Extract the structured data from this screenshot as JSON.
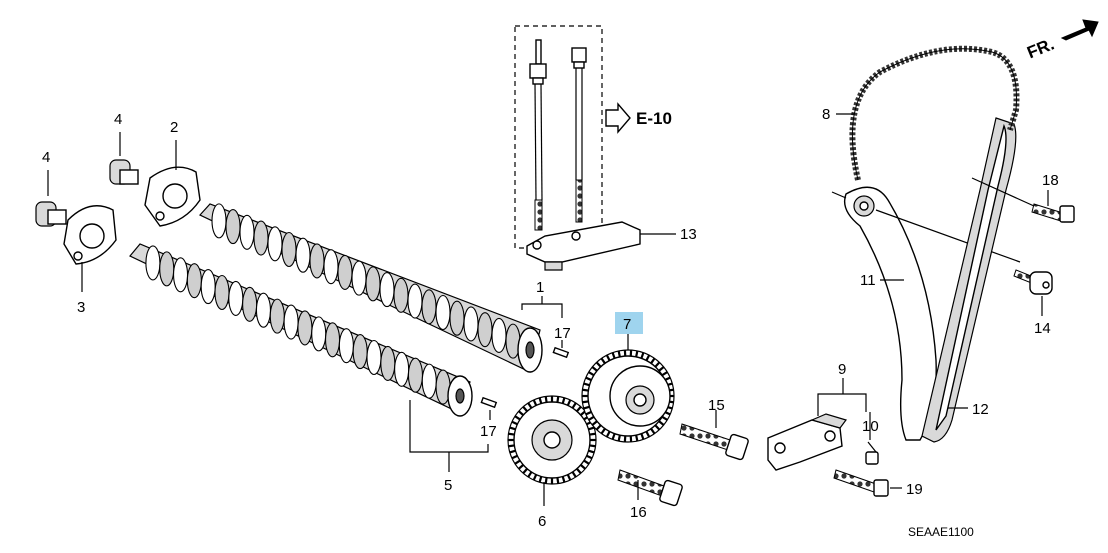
{
  "diagram": {
    "direction_label": "FR.",
    "reference_label": "E-10",
    "diagram_code": "SEAAE1100",
    "highlight_color": "#9fd4ee",
    "callouts": {
      "c1": "1",
      "c2": "2",
      "c3": "3",
      "c4a": "4",
      "c4b": "4",
      "c5": "5",
      "c6": "6",
      "c7": "7",
      "c8": "8",
      "c9": "9",
      "c10": "10",
      "c11": "11",
      "c12": "12",
      "c13": "13",
      "c14": "14",
      "c15": "15",
      "c16": "16",
      "c17a": "17",
      "c17b": "17",
      "c18": "18",
      "c19": "19"
    }
  }
}
